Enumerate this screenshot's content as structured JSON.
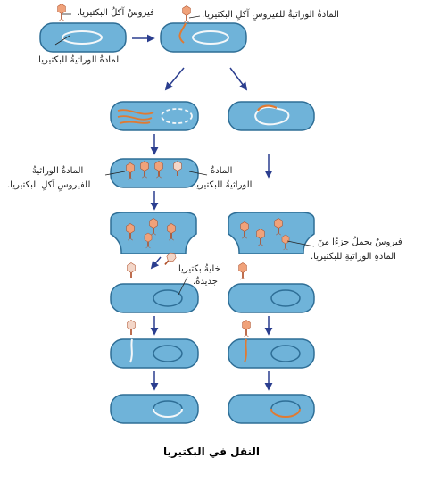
{
  "title": "النقل في البكتيريا",
  "labels": {
    "phage_top": "فيروسُ آكلُ البكتيريا.",
    "bacterial_dna_top": "المادةُ الوراثيةُ للبكتيريا.",
    "phage_dna_injected": "المادةُ الوراثيةُ للفيروسِ آكلِ البكتيريا.",
    "phage_dna_left_1": "المادةُ الوراثيةُ",
    "phage_dna_left_2": "للفيروسِ آكلِ البكتيريا.",
    "bacterial_dna_mid_1": "المادةُ",
    "bacterial_dna_mid_2": "الوراثيةُ للبكتيريا.",
    "carrier_phage_1": "فيروسٌ يحملُ جزءًا منَ",
    "carrier_phage_2": "المادةِ الوراثيةِ للبكتيريا.",
    "new_cell_1": "خليةُ بكتيريا",
    "new_cell_2": "جديدةٌ."
  },
  "colors": {
    "cell_fill": "#6fb3d9",
    "cell_stroke": "#2e6e96",
    "bacterial_dna": "#f4f7f9",
    "phage_dna": "#e07a32",
    "phage_head": "#f0a27a",
    "phage_head_alt": "#f3d6c8",
    "arrow": "#2b3e8f"
  }
}
